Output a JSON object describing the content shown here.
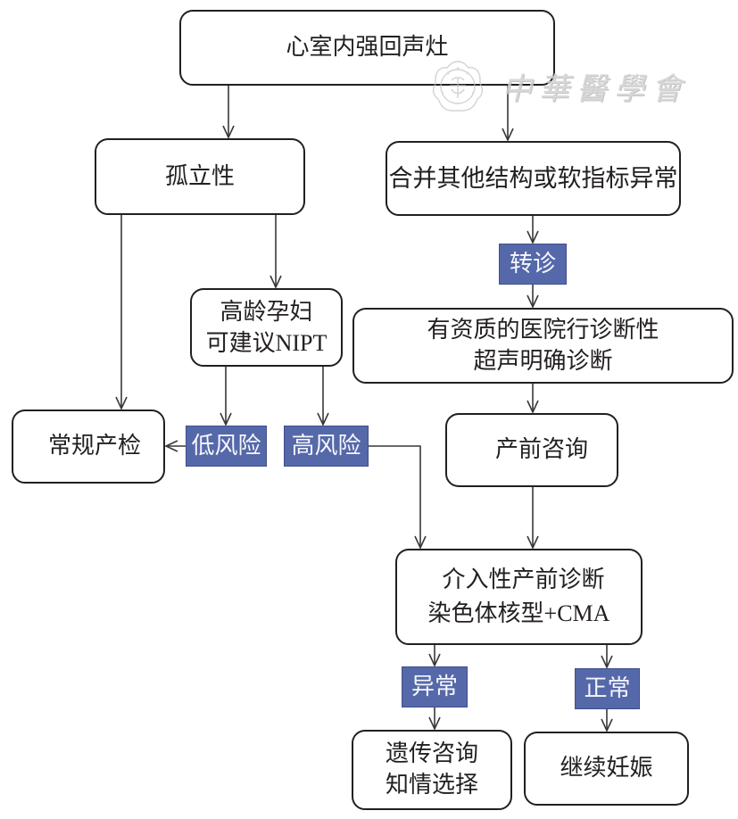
{
  "watermark": {
    "text": "中華醫學會",
    "logo_icon": "medical-association-emblem-icon"
  },
  "nodes": {
    "root": {
      "lines": [
        "心室内强回声灶"
      ]
    },
    "isolated": {
      "lines": [
        "孤立性"
      ]
    },
    "combined": {
      "lines": [
        "合并其他结构或软指标异常"
      ]
    },
    "advanced_age": {
      "lines": [
        "高龄孕妇",
        "可建议NIPT"
      ]
    },
    "qualified_hospital": {
      "lines": [
        "有资质的医院行诊断性",
        "超声明确诊断"
      ]
    },
    "routine_checkup": {
      "lines": [
        "常规产检"
      ]
    },
    "prenatal_consult": {
      "lines": [
        "产前咨询"
      ]
    },
    "invasive_diagnosis": {
      "lines": [
        "介入性产前诊断",
        "染色体核型+CMA"
      ]
    },
    "genetic_counseling": {
      "lines": [
        "遗传咨询",
        "知情选择"
      ]
    },
    "continue_pregnancy": {
      "lines": [
        "继续妊娠"
      ]
    }
  },
  "labels": {
    "referral": "转诊",
    "low_risk": "低风险",
    "high_risk": "高风险",
    "abnormal": "异常",
    "normal": "正常"
  },
  "edges": [
    {
      "from": "root",
      "to": "isolated"
    },
    {
      "from": "root",
      "to": "combined"
    },
    {
      "from": "isolated",
      "to": "routine_checkup"
    },
    {
      "from": "isolated",
      "to": "advanced_age"
    },
    {
      "from": "combined",
      "to": "referral"
    },
    {
      "from": "referral",
      "to": "qualified_hospital"
    },
    {
      "from": "qualified_hospital",
      "to": "prenatal_consult"
    },
    {
      "from": "advanced_age",
      "to": "low_risk"
    },
    {
      "from": "advanced_age",
      "to": "high_risk"
    },
    {
      "from": "low_risk",
      "to": "routine_checkup"
    },
    {
      "from": "high_risk",
      "to": "invasive_diagnosis"
    },
    {
      "from": "prenatal_consult",
      "to": "invasive_diagnosis"
    },
    {
      "from": "invasive_diagnosis",
      "to": "abnormal"
    },
    {
      "from": "abnormal",
      "to": "genetic_counseling"
    },
    {
      "from": "invasive_diagnosis",
      "to": "normal"
    },
    {
      "from": "normal",
      "to": "continue_pregnancy"
    }
  ],
  "colors": {
    "node_border": "#231f20",
    "label_fill": "#5568a9",
    "label_border": "#3f4f8c",
    "label_text": "#f5f6fb",
    "connector": "#3b3737",
    "watermark": "#d2d2d2"
  }
}
